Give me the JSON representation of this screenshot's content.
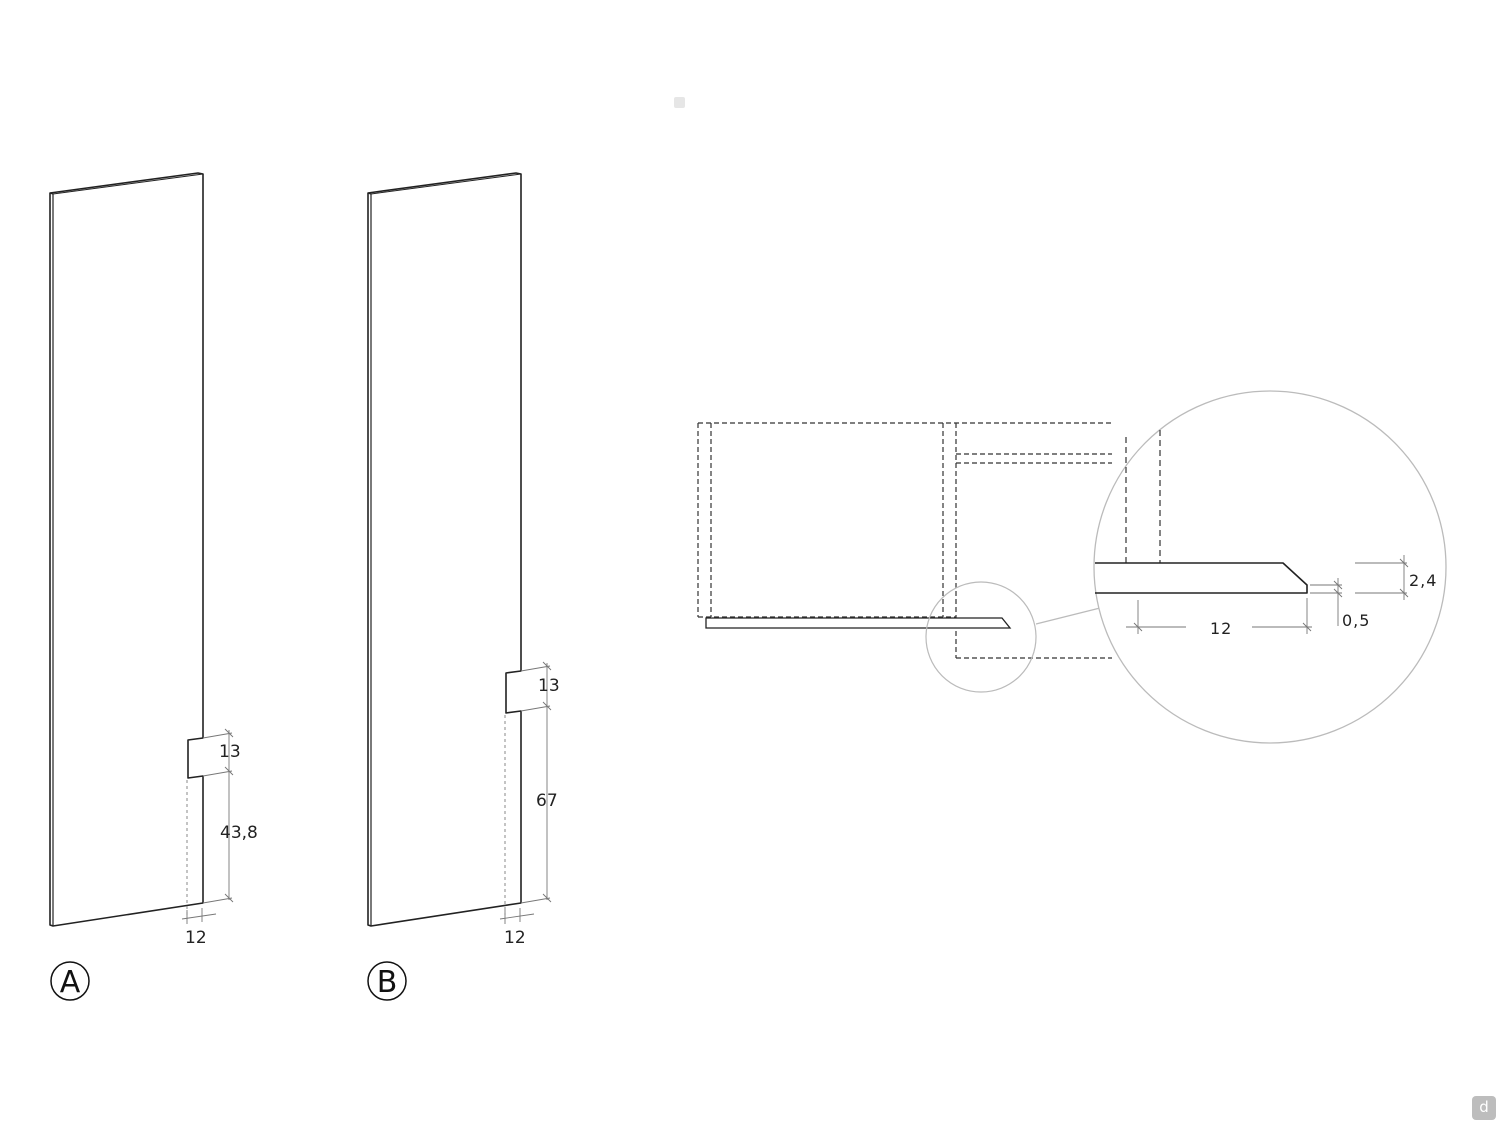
{
  "panel_a": {
    "label": "A",
    "dim_width": "12",
    "dim_notch": "13",
    "dim_height": "43,8"
  },
  "panel_b": {
    "label": "B",
    "dim_width": "12",
    "dim_notch": "13",
    "dim_height": "67"
  },
  "detail": {
    "dim_width": "12",
    "dim_thickness": "2,4",
    "dim_edge": "0,5"
  },
  "watermark": {
    "logo_text": "d"
  },
  "colors": {
    "line": "#222222",
    "dashed": "#333333",
    "dimension": "#777777",
    "circle": "#bbbbbb"
  }
}
